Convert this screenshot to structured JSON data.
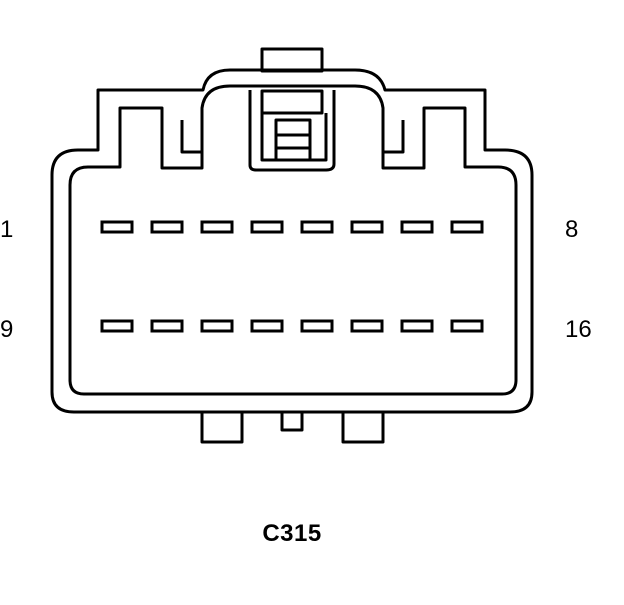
{
  "connector": {
    "name": "C315",
    "row1_start": "1",
    "row1_end": "8",
    "row2_start": "9",
    "row2_end": "16",
    "pins_per_row": 8,
    "rows": 2
  },
  "colors": {
    "line": "#000000",
    "background": "#ffffff"
  }
}
